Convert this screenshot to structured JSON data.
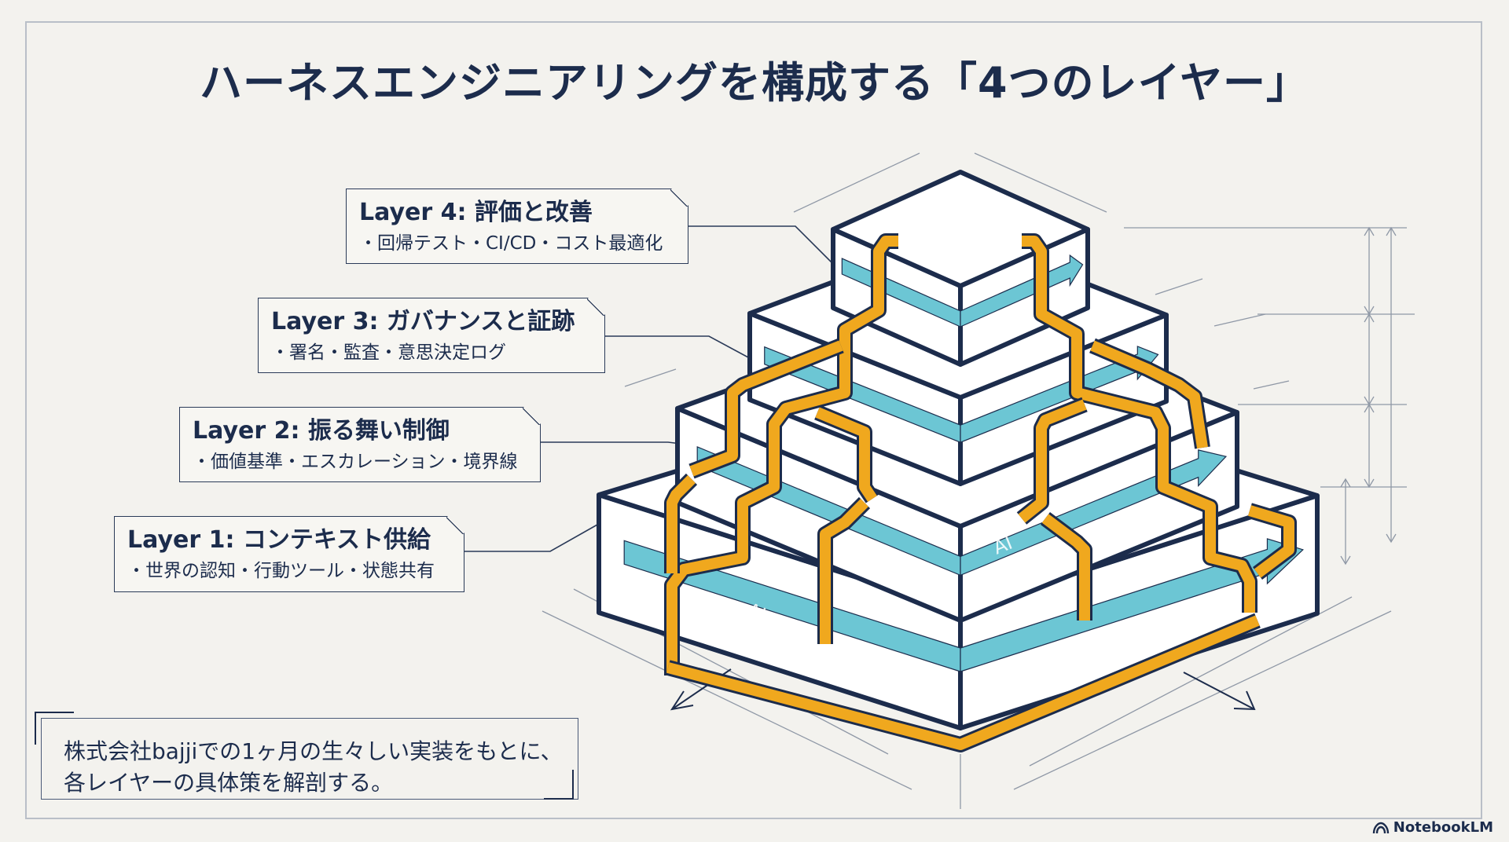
{
  "title": "ハーネスエンジニアリングを構成する「4つのレイヤー」",
  "layers": [
    {
      "title": "Layer 4: 評価と改善",
      "bullets": "・回帰テスト・CI/CD・コスト最適化"
    },
    {
      "title": "Layer 3: ガバナンスと証跡",
      "bullets": "・署名・監査・意思決定ログ"
    },
    {
      "title": "Layer 2: 振る舞い制御",
      "bullets": "・価値基準・エスカレーション・境界線"
    },
    {
      "title": "Layer 1: コンテキスト供給",
      "bullets": "・世界の認知・行動ツール・状態共有"
    }
  ],
  "diagram": {
    "band_label_front": "AI",
    "band_label_right": "AI",
    "colors": {
      "outline": "#1c2c4c",
      "band": "#6cc6d4",
      "path": "#f0a81e",
      "face": "#ffffff"
    }
  },
  "summary": "株式会社bajjiでの1ヶ月の生々しい実装をもとに、\n各レイヤーの具体策を解剖する。",
  "watermark": {
    "text": "NotebookLM",
    "icon": "notebooklm-logo-icon"
  }
}
